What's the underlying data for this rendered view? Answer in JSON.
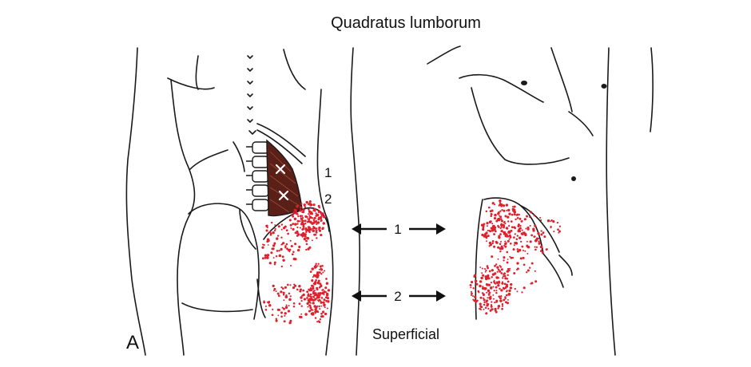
{
  "title": "Quadratus lumborum",
  "panel_label": "A",
  "marker_labels": [
    "1",
    "2"
  ],
  "arrow_labels": [
    "1",
    "2"
  ],
  "caption": "Superficial",
  "colors": {
    "line": "#1a1a1a",
    "muscle": "#5a1f16",
    "referral_dots": "#e0202c",
    "trigger_mark": "#ffffff"
  }
}
